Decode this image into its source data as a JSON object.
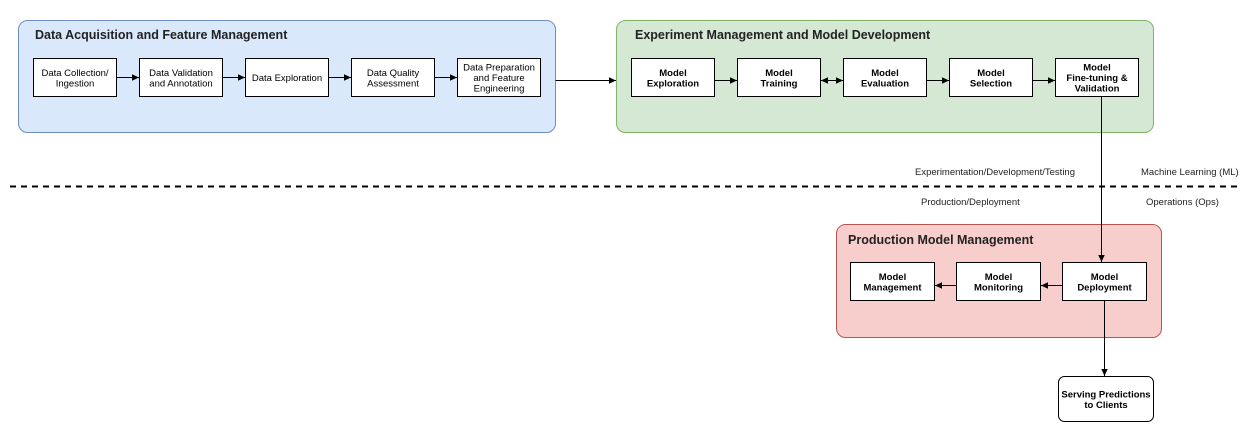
{
  "colors": {
    "acquisition_fill": "#dae8fc",
    "acquisition_stroke": "#6c8ebf",
    "experiment_fill": "#d5e8d4",
    "experiment_stroke": "#82b366",
    "production_fill": "#f8cecc",
    "production_stroke": "#b85450",
    "node_fill": "#ffffff",
    "node_stroke": "#000000"
  },
  "groups": {
    "acquisition": {
      "title": "Data Acquisition and Feature Management"
    },
    "experiment": {
      "title": "Experiment Management and Model Development"
    },
    "production": {
      "title": "Production Model Management"
    }
  },
  "nodes": {
    "data_collection": [
      "Data Collection/",
      "Ingestion"
    ],
    "data_validation": [
      "Data Validation",
      "and Annotation"
    ],
    "data_exploration": [
      "Data Exploration"
    ],
    "data_quality": [
      "Data Quality",
      "Assessment"
    ],
    "data_preparation": [
      "Data Preparation",
      "and Feature",
      "Engineering"
    ],
    "model_exploration": [
      "Model",
      "Exploration"
    ],
    "model_training": [
      "Model",
      "Training"
    ],
    "model_evaluation": [
      "Model",
      "Evaluation"
    ],
    "model_selection": [
      "Model",
      "Selection"
    ],
    "model_finetuning": [
      "Model",
      "Fine-tuning &",
      "Validation"
    ],
    "model_management": [
      "Model",
      "Management"
    ],
    "model_monitoring": [
      "Model",
      "Monitoring"
    ],
    "model_deployment": [
      "Model",
      "Deployment"
    ],
    "serving_predictions": [
      "Serving Predictions",
      "to Clients"
    ]
  },
  "labels": {
    "experimentation": "Experimentation/Development/Testing",
    "production": "Production/Deployment",
    "machine_learning": "Machine Learning (ML)",
    "operations": "Operations (Ops)"
  }
}
